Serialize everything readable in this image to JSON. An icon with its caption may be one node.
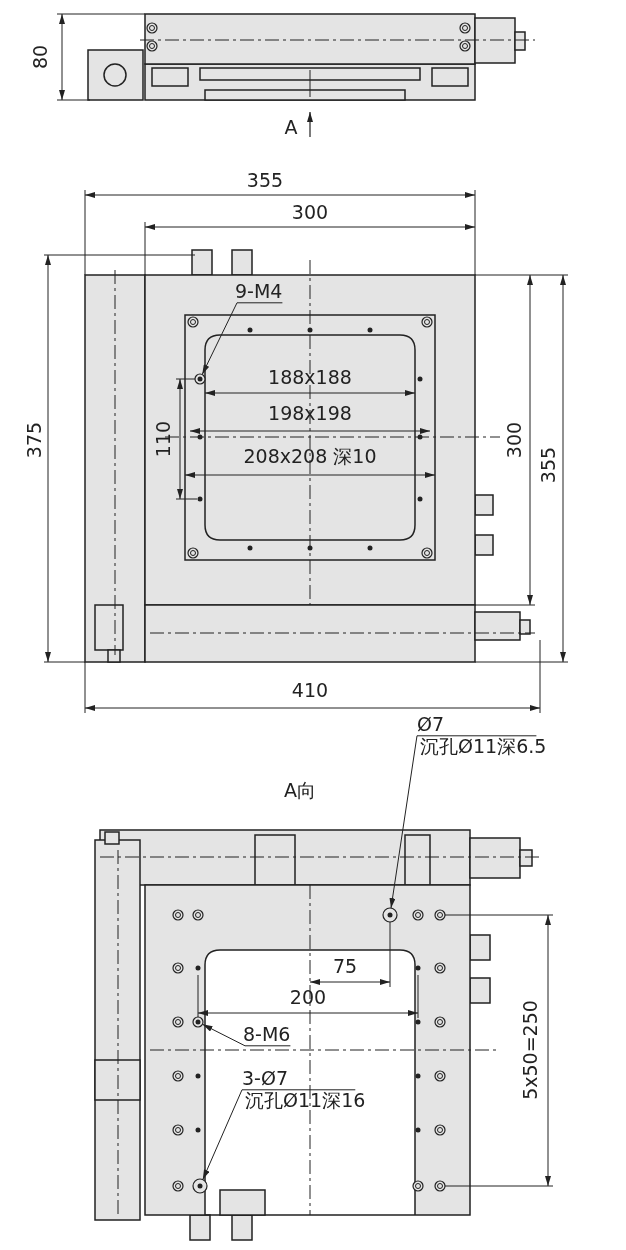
{
  "diagram": {
    "nodes": [
      {
        "text": [
          "9-M4"
        ]
      },
      {
        "text": [],
        "shape": "circle"
      },
      {
        "text": [
          "Ø7",
          "沉孔Ø11深6.5"
        ]
      },
      {
        "text": [],
        "shape": "circle"
      },
      {
        "text": [
          "8-M6"
        ]
      },
      {
        "text": [],
        "shape": "circle"
      },
      {
        "text": [
          "3-Ø7",
          "沉孔Ø11深16"
        ]
      },
      {
        "text": [],
        "shape": "circle"
      }
    ],
    "edges": [
      {
        "from": 0,
        "to": 1,
        "arrow": "to"
      },
      {
        "from": 2,
        "to": 3,
        "arrow": "to"
      },
      {
        "from": 4,
        "to": 5,
        "arrow": "to"
      },
      {
        "from": 6,
        "to": 7,
        "arrow": "to"
      }
    ],
    "labels": [
      "80",
      "A",
      "355",
      "300",
      "188x188",
      "198x198",
      "110",
      "208x208 深10",
      "300",
      "355",
      "375",
      "410",
      "A向",
      "75",
      "200",
      "5x50=250"
    ]
  }
}
